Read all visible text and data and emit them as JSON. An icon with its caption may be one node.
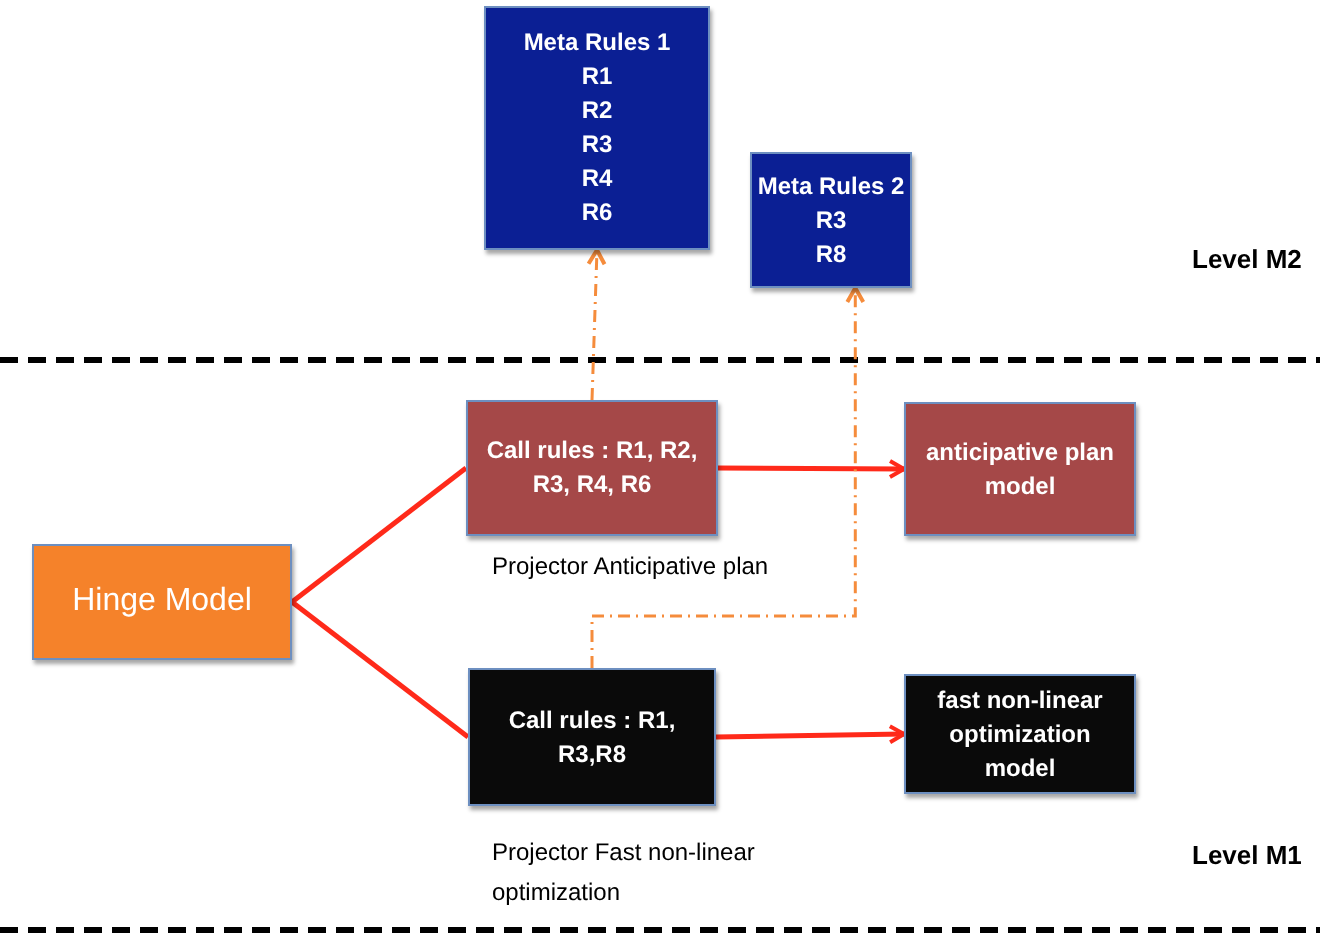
{
  "diagram": {
    "nodes": [
      {
        "text": [
          "Meta Rules 1",
          "R1",
          "R2",
          "R3",
          "R4",
          "R6"
        ]
      },
      {
        "text": [
          "Meta Rules 2",
          "R3",
          "R8"
        ]
      },
      {
        "text": [
          "Hinge Model"
        ]
      },
      {
        "text": [
          "Call rules : R1, R2, R3, R4, R6"
        ],
        "beside": [
          "Projector Anticipative plan"
        ]
      },
      {
        "text": [
          "anticipative plan model"
        ]
      },
      {
        "text": [
          "Call rules : R1, R3,R8"
        ],
        "beside": [
          "Projector Fast non-linear optimization"
        ]
      },
      {
        "text": [
          "fast non-linear optimization model"
        ]
      }
    ],
    "edges": [
      {
        "from": 2,
        "to": 3,
        "arrow": "none"
      },
      {
        "from": 2,
        "to": 5,
        "arrow": "none"
      },
      {
        "from": 3,
        "to": 4,
        "arrow": "to"
      },
      {
        "from": 5,
        "to": 6,
        "arrow": "to"
      },
      {
        "from": 3,
        "to": 0,
        "arrow": "to",
        "style": "dashed",
        "color": "#f58c3c"
      },
      {
        "from": 5,
        "to": 1,
        "arrow": "to",
        "style": "dashed",
        "color": "#f58c3c"
      }
    ],
    "labels": [
      "Level M2",
      "Level M1"
    ]
  }
}
